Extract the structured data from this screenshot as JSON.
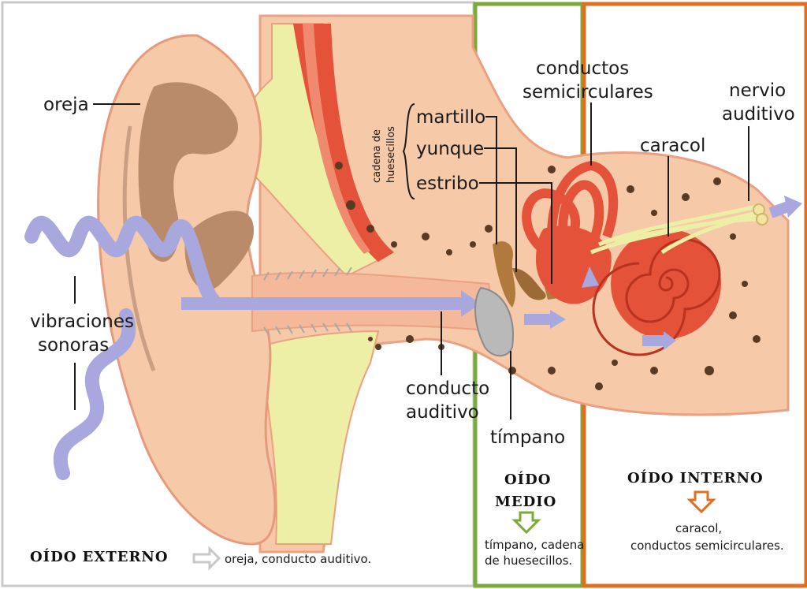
{
  "labels": {
    "oreja": "oreja",
    "vibraciones_1": "vibraciones",
    "vibraciones_2": "sonoras",
    "cadena_1": "cadena de",
    "cadena_2": "huesecillos",
    "martillo": "martillo",
    "yunque": "yunque",
    "estribo": "estribo",
    "conductos_1": "conductos",
    "conductos_2": "semicirculares",
    "nervio_1": "nervio",
    "nervio_2": "auditivo",
    "caracol": "caracol",
    "conducto_1": "conducto",
    "conducto_2": "auditivo",
    "timpano": "tímpano"
  },
  "sections": {
    "externo": {
      "title": "OÍDO EXTERNO",
      "desc": "oreja, conducto auditivo."
    },
    "medio": {
      "title_1": "OÍDO",
      "title_2": "MEDIO",
      "desc_1": "tímpano, cadena",
      "desc_2": "de huesecillos."
    },
    "interno": {
      "title": "OÍDO INTERNO",
      "desc_1": "caracol,",
      "desc_2": "conductos semicirculares."
    }
  },
  "colors": {
    "skin": "#f6c9a8",
    "skin_dark": "#c9a083",
    "cartilage": "#ecefa5",
    "inner_red": "#e5523a",
    "sound_wave": "#a9a8de",
    "green_frame": "#7aab3a",
    "orange_frame": "#e0701f",
    "gray_frame": "#c8c8c8",
    "ossicle": "#b07a3c"
  }
}
